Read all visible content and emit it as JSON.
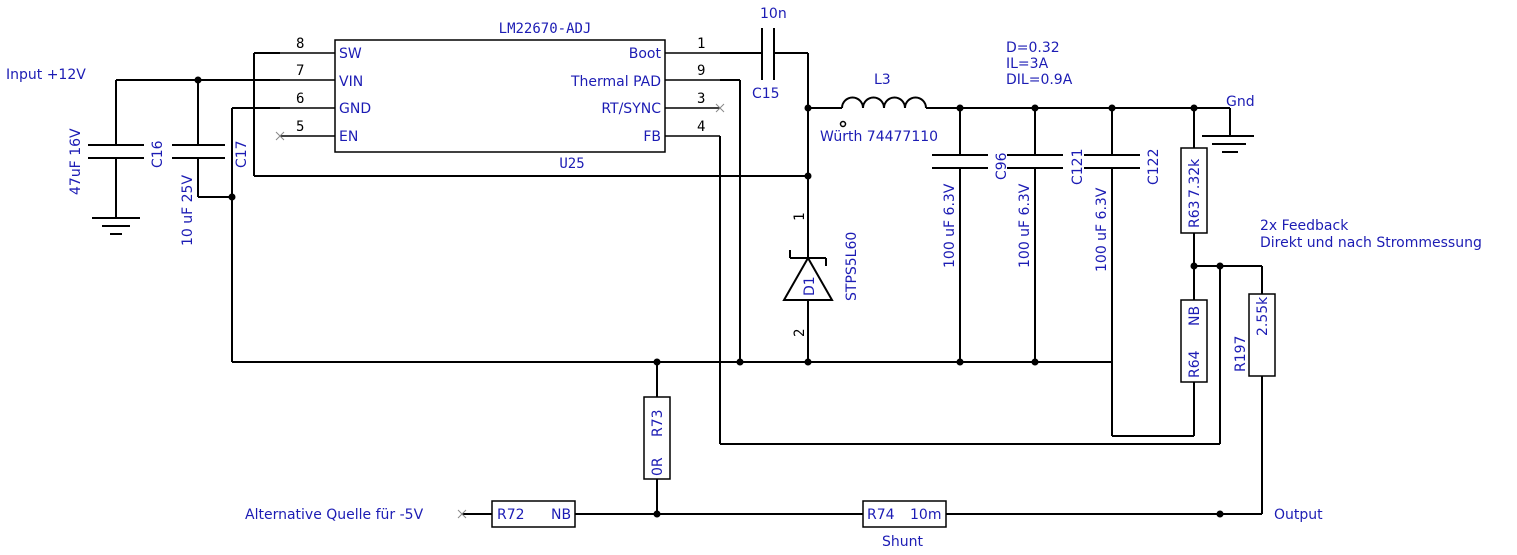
{
  "ic": {
    "name": "LM22670-ADJ",
    "ref": "U25",
    "pins": [
      {
        "num": "8",
        "label": "SW"
      },
      {
        "num": "7",
        "label": "VIN"
      },
      {
        "num": "6",
        "label": "GND"
      },
      {
        "num": "5",
        "label": "EN"
      },
      {
        "num": "1",
        "label": "Boot"
      },
      {
        "num": "9",
        "label": "Thermal PAD"
      },
      {
        "num": "3",
        "label": "RT/SYNC"
      },
      {
        "num": "4",
        "label": "FB"
      }
    ]
  },
  "labels": {
    "input": "Input +12V",
    "gnd": "Gnd",
    "feedback_1": "2x Feedback",
    "feedback_2": "Direkt und nach Strommessung",
    "alt_source": "Alternative Quelle für -5V",
    "output": "Output",
    "shunt": "Shunt",
    "params": [
      "D=0.32",
      "IL=3A",
      "DIL=0.9A"
    ]
  },
  "components": {
    "c_boot_value": "10n",
    "c_boot_ref": "C15",
    "inductor_ref": "L3",
    "inductor_part": "Würth 74477110",
    "c16_ref": "C16",
    "c16_value": "47uF 16V",
    "c17_ref": "C17",
    "c17_value": "10 uF 25V",
    "diode_ref": "D1",
    "diode_part": "STPS5L60",
    "diode_pin1": "1",
    "diode_pin2": "2",
    "c96_ref": "C96",
    "c96_value": "100 uF 6.3V",
    "c121_ref": "C121",
    "c121_value": "100 uF 6.3V",
    "c122_ref": "C122",
    "c122_value": "100 uF 6.3V",
    "r63_ref": "R63",
    "r63_value": "7.32k",
    "r64_ref": "R64",
    "r64_value": "NB",
    "r197_ref": "R197",
    "r197_value": "2.55k",
    "r73_ref": "R73",
    "r73_value": "0R",
    "r72_ref": "R72",
    "r72_value": "NB",
    "r74_ref": "R74",
    "r74_value": "10m"
  }
}
